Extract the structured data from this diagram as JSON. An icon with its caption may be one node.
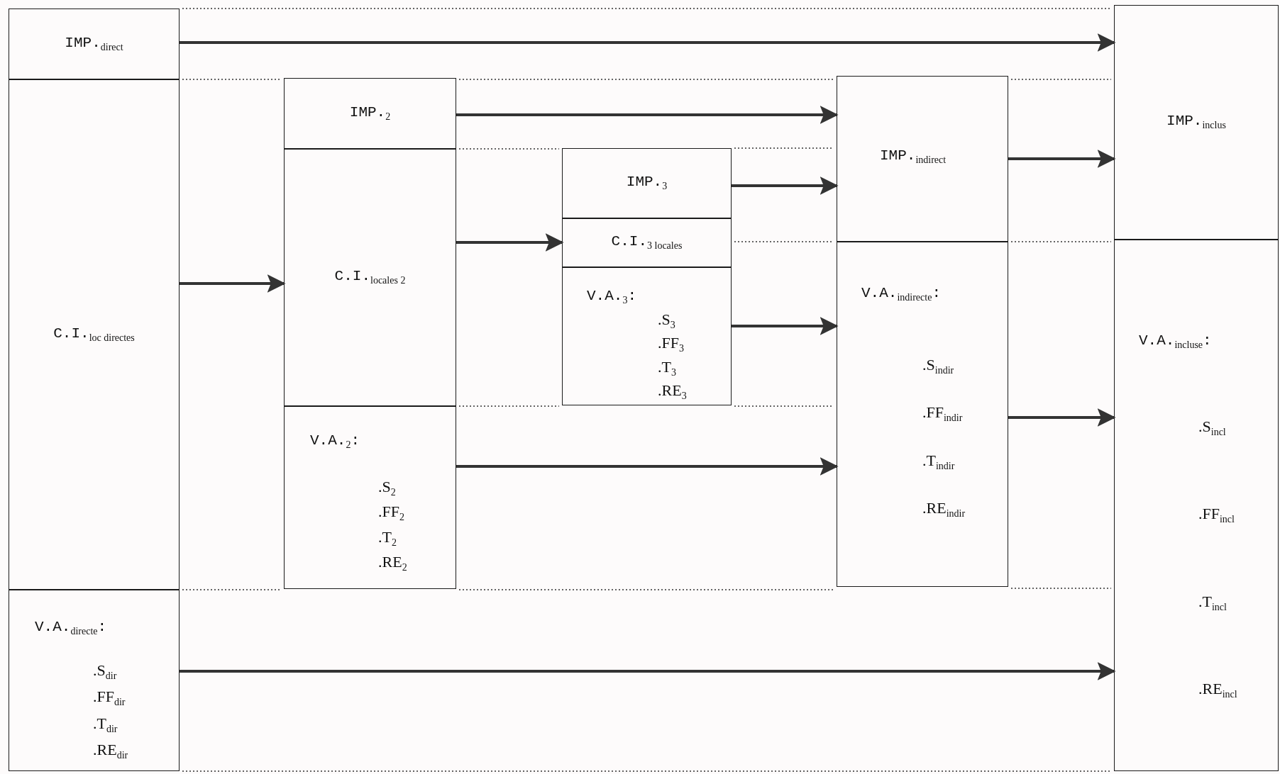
{
  "diagram": {
    "nodes": [
      {
        "text": [
          "IMP.$_{direct}$"
        ]
      },
      {
        "text": [
          "C.I.$_{loc directes}$"
        ]
      },
      {
        "text": [
          "V.A.$_{directe}$:",
          ".S$_{dir}$",
          ".FF$_{dir}$",
          ".T$_{dir}$",
          ".RE$_{dir}$"
        ]
      },
      {
        "text": [
          "IMP.$_{2}$"
        ]
      },
      {
        "text": [
          "C.I.$_{locales 2}$"
        ]
      },
      {
        "text": [
          "V.A.$_{2}$:",
          ".S$_{2}$",
          ".FF$_{2}$",
          ".T$_{2}$",
          ".RE$_{2}$"
        ]
      },
      {
        "text": [
          "IMP.$_{3}$"
        ]
      },
      {
        "text": [
          "C.I.$_{3 locales}$"
        ]
      },
      {
        "text": [
          "V.A.$_{3}$:",
          ".S$_{3}$",
          ".FF$_{3}$",
          ".T$_{3}$",
          ".RE$_{3}$"
        ]
      },
      {
        "text": [
          "IMP.$_{indirect}$"
        ]
      },
      {
        "text": [
          "V.A.$_{indirecte}$:",
          ".S$_{indir}$",
          ".FF$_{indir}$",
          ".T$_{indir}$",
          ".RE$_{indir}$"
        ]
      },
      {
        "text": [
          "IMP.$_{inclus}$"
        ]
      },
      {
        "text": [
          "V.A.$_{incluse}$:",
          ".S$_{incl}$",
          ".FF$_{incl}$",
          ".T$_{incl}$",
          ".RE$_{incl}$"
        ]
      }
    ],
    "edges": [
      {
        "from": 0,
        "to": 11,
        "arrow": "to"
      },
      {
        "from": 1,
        "to": 4,
        "arrow": "to"
      },
      {
        "from": 4,
        "to": 7,
        "arrow": "to"
      },
      {
        "from": 3,
        "to": 9,
        "arrow": "to"
      },
      {
        "from": 6,
        "to": 9,
        "arrow": "to"
      },
      {
        "from": 8,
        "to": 10,
        "arrow": "to"
      },
      {
        "from": 5,
        "to": 10,
        "arrow": "to"
      },
      {
        "from": 9,
        "to": 11,
        "arrow": "to"
      },
      {
        "from": 10,
        "to": 12,
        "arrow": "to"
      },
      {
        "from": 2,
        "to": 12,
        "arrow": "to"
      }
    ]
  }
}
